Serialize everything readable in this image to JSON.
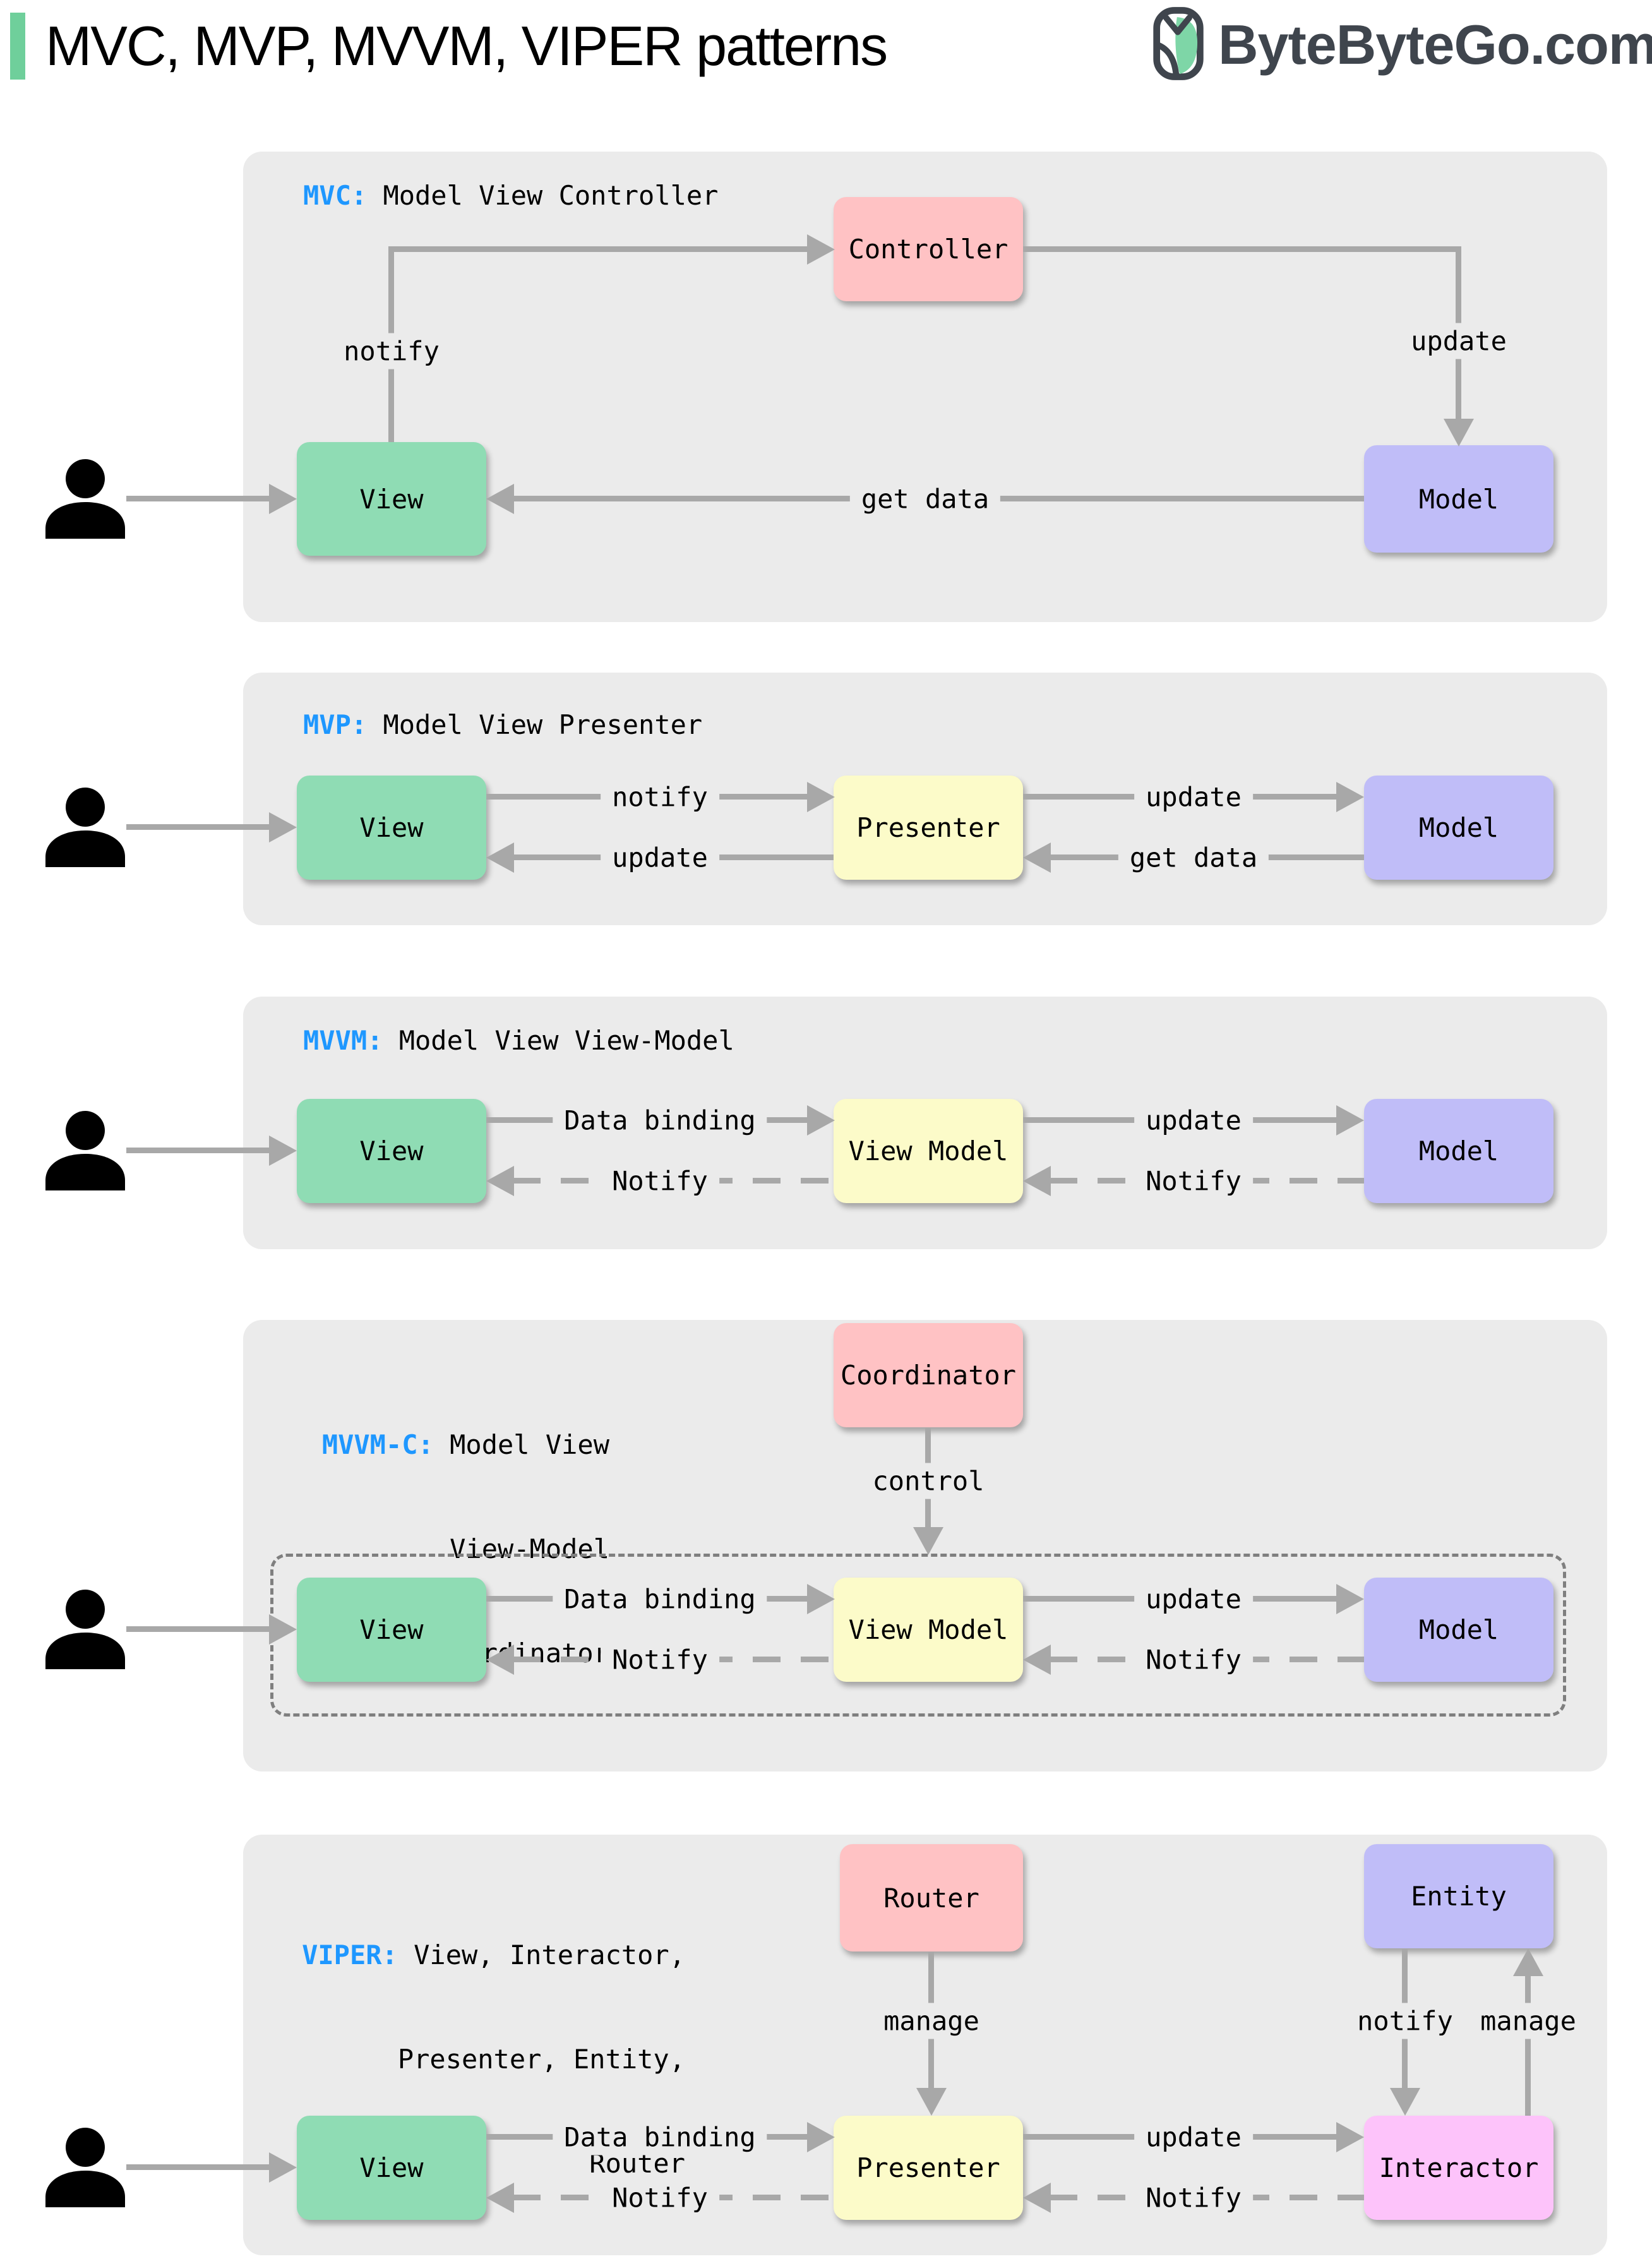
{
  "header": {
    "title": "MVC, MVP, MVVM, VIPER patterns",
    "brand": "ByteByteGo.com"
  },
  "colors": {
    "accent_green": "#6fcf9b",
    "panel_gray": "#ebebeb",
    "view_green": "#8fdcb4",
    "controller_pink": "#ffc2c4",
    "presenter_yellow": "#fcfbc9",
    "model_purple": "#c0bdf8",
    "interactor_magenta": "#fdc3fa",
    "abbr_blue": "#1e97ff",
    "arrow_gray": "#a8a8a8",
    "brand_gray": "#3f454d"
  },
  "sections": {
    "mvc": {
      "abbr": "MVC:",
      "title": "Model View Controller",
      "boxes": {
        "view": "View",
        "controller": "Controller",
        "model": "Model"
      },
      "labels": {
        "notify": "notify",
        "update": "update",
        "get_data": "get data"
      }
    },
    "mvp": {
      "abbr": "MVP:",
      "title": "Model View Presenter",
      "boxes": {
        "view": "View",
        "presenter": "Presenter",
        "model": "Model"
      },
      "labels": {
        "notify": "notify",
        "update_view": "update",
        "update_model": "update",
        "get_data": "get data"
      }
    },
    "mvvm": {
      "abbr": "MVVM:",
      "title": "Model View View-Model",
      "boxes": {
        "view": "View",
        "view_model": "View Model",
        "model": "Model"
      },
      "labels": {
        "data_binding": "Data binding",
        "notify_view": "Notify",
        "update": "update",
        "notify_view_model": "Notify"
      }
    },
    "mvvm_c": {
      "abbr": "MVVM-C:",
      "title_line1": "Model View",
      "title_line2": "View-Model",
      "title_line3": "Coordinator",
      "boxes": {
        "coordinator": "Coordinator",
        "view": "View",
        "view_model": "View Model",
        "model": "Model"
      },
      "labels": {
        "control": "control",
        "data_binding": "Data binding",
        "notify_view": "Notify",
        "update": "update",
        "notify_view_model": "Notify"
      }
    },
    "viper": {
      "abbr": "VIPER:",
      "title_line1": "View, Interactor,",
      "title_line2": "Presenter, Entity,",
      "title_line3": "Router",
      "boxes": {
        "router": "Router",
        "entity": "Entity",
        "view": "View",
        "presenter": "Presenter",
        "interactor": "Interactor"
      },
      "labels": {
        "manage_router": "manage",
        "notify_entity": "notify",
        "manage_entity": "manage",
        "data_binding": "Data binding",
        "notify_view": "Notify",
        "update": "update",
        "notify_presenter": "Notify"
      }
    }
  }
}
